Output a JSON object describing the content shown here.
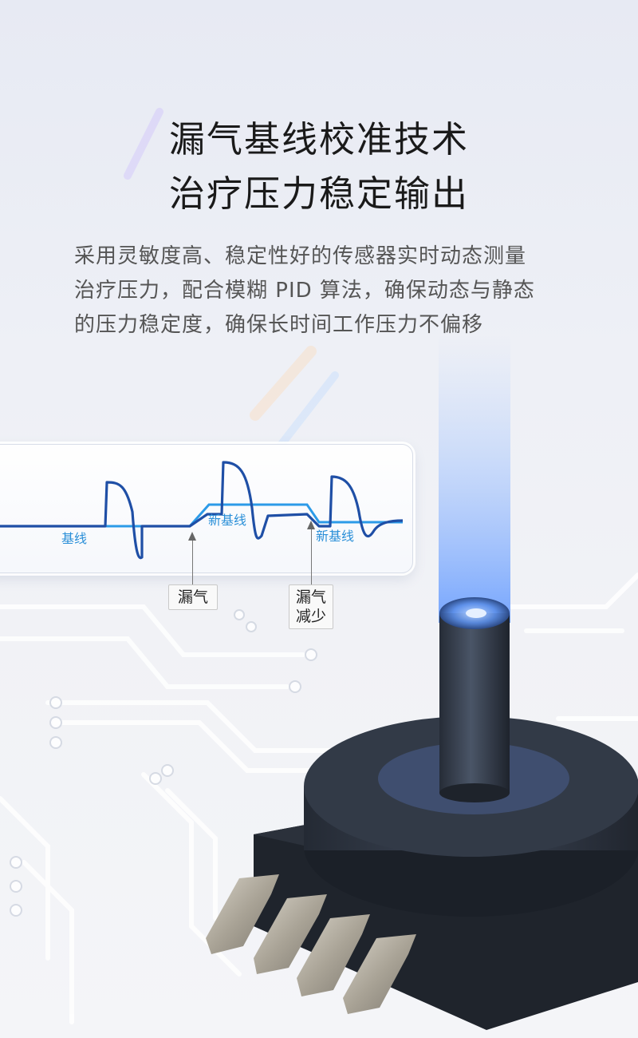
{
  "heading": {
    "line1": "漏气基线校准技术",
    "line2": "治疗压力稳定输出"
  },
  "description": {
    "line1": "采用灵敏度高、稳定性好的传感器实时动态测量",
    "line2": "治疗压力，配合模糊 PID 算法，确保动态与静态",
    "line3": "的压力稳定度，确保长时间工作压力不偏移"
  },
  "diagram": {
    "baseline_label": "基线",
    "new_baseline_label_1": "新基线",
    "new_baseline_label_2": "新基线",
    "callout_leak": "漏气",
    "callout_leak_reduce_1": "漏气",
    "callout_leak_reduce_2": "减少"
  },
  "colors": {
    "waveform_dark": "#1f4fa6",
    "baseline": "#2c9be8",
    "label": "#2a8fd8",
    "sensor_body": "#2e3644",
    "glow": "#6ea8ff"
  },
  "icons": {
    "sensor": "pressure-sensor-illustration"
  }
}
